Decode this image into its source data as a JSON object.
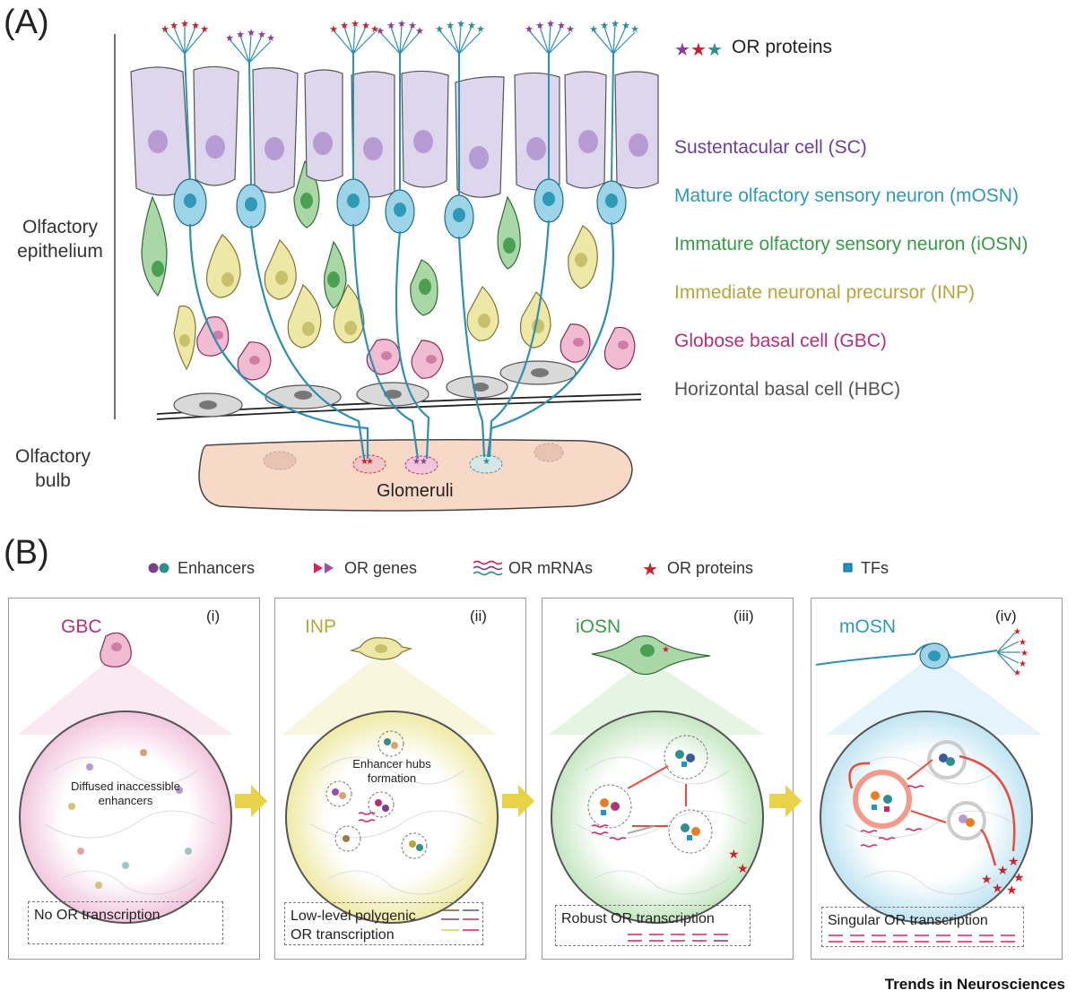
{
  "panel_a": {
    "letter": "(A)",
    "or_proteins_label": "OR proteins",
    "olfactory_epithelium": "Olfactory\nepithelium",
    "olfactory_bulb": "Olfactory\nbulb",
    "glomeruli": "Glomeruli",
    "cell_types": [
      {
        "label": "Sustentacular cell (SC)",
        "color": "#6b3f98"
      },
      {
        "label": "Mature olfactory sensory neuron (mOSN)",
        "color": "#2e9ab7"
      },
      {
        "label": "Immature olfactory sensory neuron (iOSN)",
        "color": "#3a9a48"
      },
      {
        "label": "Immediate neuronal precursor (INP)",
        "color": "#b7a53a"
      },
      {
        "label": "Globose basal cell (GBC)",
        "color": "#b3307a"
      },
      {
        "label": "Horizontal basal cell (HBC)",
        "color": "#555555"
      }
    ]
  },
  "panel_b": {
    "letter": "(B)",
    "legend": {
      "enhancers": "Enhancers",
      "or_genes": "OR genes",
      "or_mrnas": "OR mRNAs",
      "or_proteins": "OR proteins",
      "tfs": "TFs"
    },
    "stages": [
      {
        "title": "GBC",
        "num": "(i)",
        "color": "#b3307a",
        "inner_text": "Diffused inaccessible\nenhancers",
        "caption": "No OR transcription"
      },
      {
        "title": "INP",
        "num": "(ii)",
        "color": "#b7a53a",
        "inner_text": "Enhancer hubs\nformation",
        "caption": "Low-level polygenic\nOR transcription"
      },
      {
        "title": "iOSN",
        "num": "(iii)",
        "color": "#3a9a48",
        "inner_text": "",
        "caption": "Robust OR transcription"
      },
      {
        "title": "mOSN",
        "num": "(iv)",
        "color": "#2e9ab7",
        "inner_text": "",
        "caption": "Singular OR transcription"
      }
    ]
  },
  "footer": "Trends in Neurosciences"
}
